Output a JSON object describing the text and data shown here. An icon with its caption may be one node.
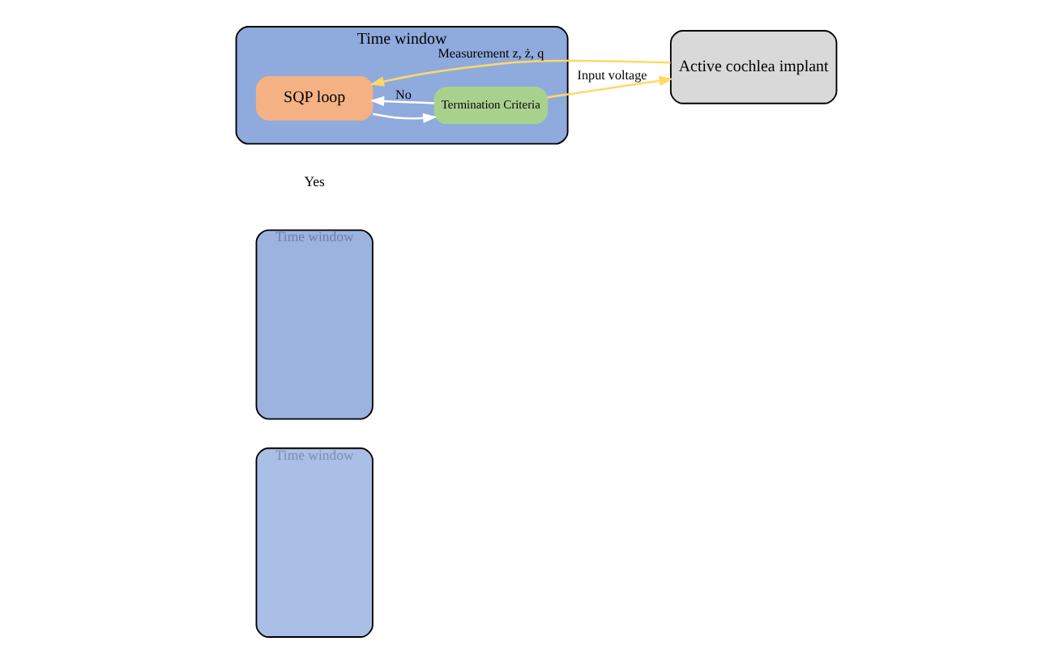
{
  "diagram": {
    "nodes": [
      {
        "text": [
          "Time window"
        ]
      },
      {
        "text": [
          "Time window"
        ]
      },
      {
        "text": [
          "Time window"
        ]
      },
      {
        "text": [
          "SQP loop"
        ],
        "in": 2
      },
      {
        "text": [
          "Termination Criteria"
        ],
        "in": 2
      },
      {
        "text": [
          "Active cochlea implant"
        ]
      }
    ],
    "edges": [
      {
        "from": 5,
        "to": 3,
        "arrow": "to",
        "label": "Measurement z, ż, q",
        "color": "#ffd966"
      },
      {
        "from": 3,
        "to": 4,
        "arrow": "to",
        "color": "#ffffff"
      },
      {
        "from": 4,
        "to": 3,
        "arrow": "to",
        "label": "No",
        "color": "#ffffff"
      },
      {
        "from": 4,
        "to": 5,
        "arrow": "to",
        "label": "Input voltage",
        "color": "#ffd966"
      }
    ],
    "labels": [
      "Yes"
    ]
  }
}
